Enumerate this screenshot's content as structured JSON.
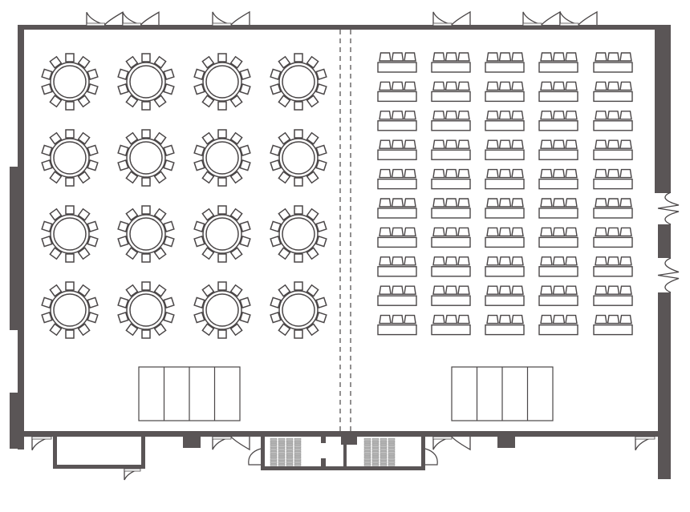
{
  "plan": {
    "wall_color": "#5a5556",
    "line_color": "#4a4647",
    "fill_color": "#ffffff",
    "stack_color": "#bbbbbb",
    "banquet": {
      "rows": 4,
      "cols": 4,
      "chairs_per_table": 10
    },
    "classroom": {
      "rows": 10,
      "cols": 5,
      "chairs_per_table": 3
    },
    "buffet_sections": 4
  }
}
